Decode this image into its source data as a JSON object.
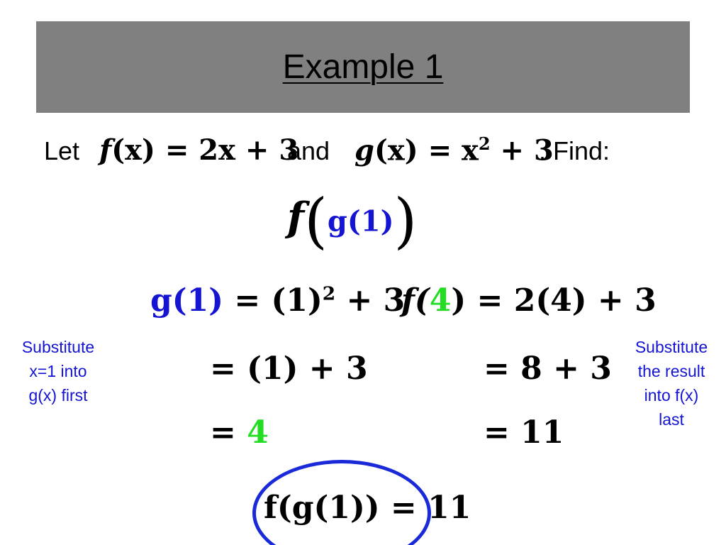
{
  "slide": {
    "title": "Example 1",
    "given": {
      "let": "Let",
      "f_def_prefix": "f",
      "f_def_arg": "(x)",
      "f_def_rhs": " = 2x + 3",
      "and": "and",
      "g_def_prefix": "g",
      "g_def_arg": "(x)",
      "g_def_rhs": " = x",
      "g_def_exp": "2",
      "g_def_tail": " + 3",
      "find": ".  Find:"
    },
    "target": {
      "outer": "f",
      "inner_fn": "g",
      "inner_arg": "(1)"
    },
    "left_steps": {
      "line1_lhs": "g(1)",
      "line1_rhs": " = (1)",
      "line1_exp": "2",
      "line1_tail": " + 3",
      "line2": "= (1) + 3",
      "line3_eq": "=",
      "line3_val": "4"
    },
    "right_steps": {
      "line1_fn": "f(",
      "line1_arg": "4",
      "line1_close": ")",
      "line1_rhs": " = 2(4) + 3",
      "line2": "= 8 + 3",
      "line3": "= 11"
    },
    "notes": {
      "left": [
        "Substitute",
        "x=1 into",
        "g(x) first"
      ],
      "right": [
        "Substitute",
        "the result",
        "into f(x)",
        "last"
      ]
    },
    "answer": "f(g(1)) = 11"
  }
}
